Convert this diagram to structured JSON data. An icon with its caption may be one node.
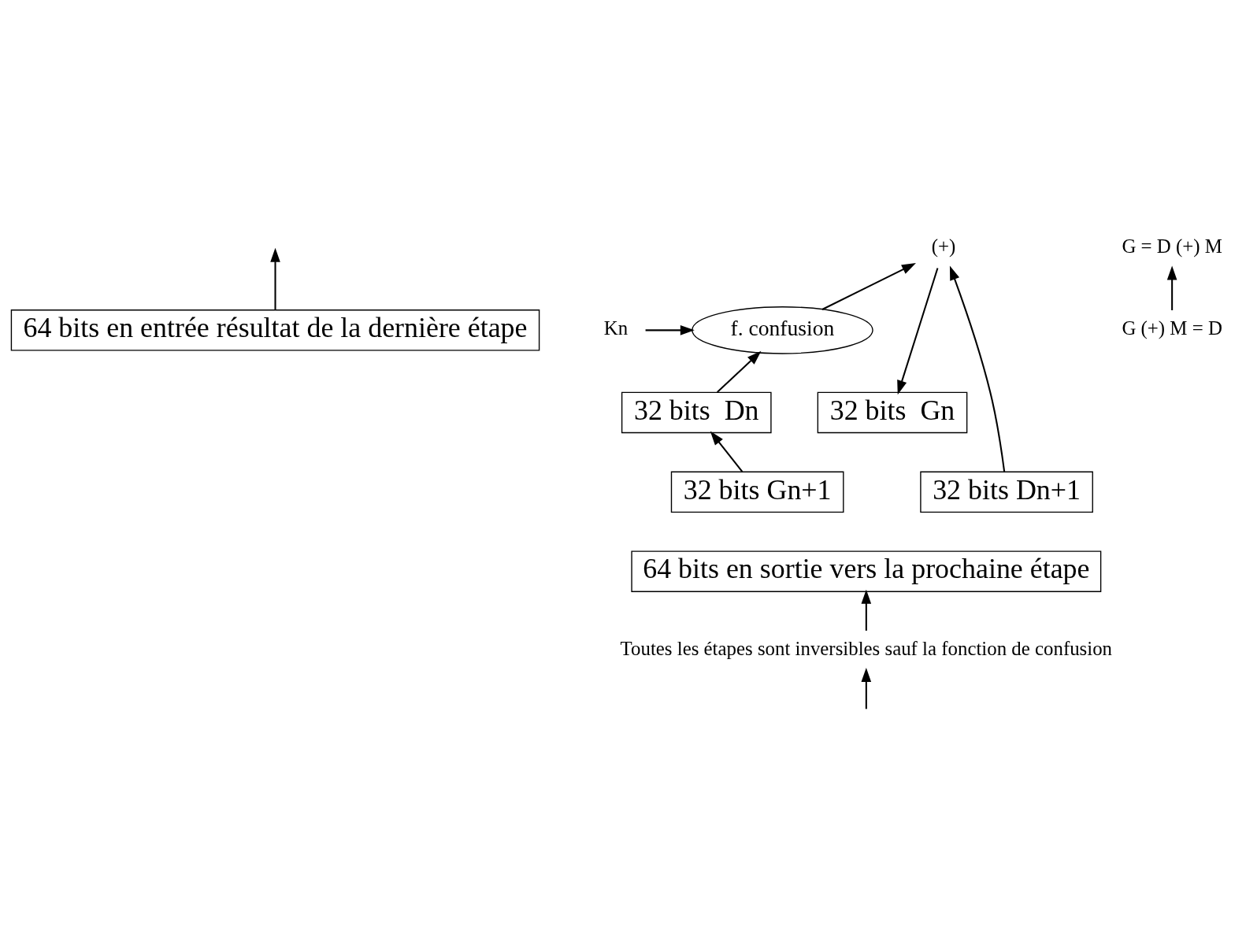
{
  "diagram": {
    "nodes": [
      {
        "text": [
          "64 bits en entrée résultat de la dernière étape"
        ]
      },
      {
        "text": [
          "32 bits  Gn"
        ]
      },
      {
        "text": [
          "32 bits  Dn"
        ]
      },
      {
        "text": [
          "f. confusion"
        ]
      },
      {
        "text": [
          "Kn"
        ]
      },
      {
        "text": [
          "(+)"
        ]
      },
      {
        "text": [
          "32 bits Gn+1"
        ]
      },
      {
        "text": [
          "32 bits Dn+1"
        ]
      },
      {
        "text": [
          "64 bits en sortie vers la prochaine étape"
        ]
      },
      {
        "text": [
          "G (+) M = D"
        ]
      },
      {
        "text": [
          "G = D (+) M"
        ]
      },
      {
        "text": [
          "Toutes les étapes sont inversibles sauf la fonction de confusion"
        ]
      }
    ],
    "edges": [
      {
        "from": 0,
        "to": null,
        "arrow": "to"
      },
      {
        "from": 2,
        "to": 3,
        "arrow": "to"
      },
      {
        "from": 4,
        "to": 3,
        "arrow": "to"
      },
      {
        "from": 3,
        "to": 5,
        "arrow": "to"
      },
      {
        "from": 7,
        "to": 5,
        "arrow": "to"
      },
      {
        "from": 5,
        "to": 1,
        "arrow": "to"
      },
      {
        "from": 6,
        "to": 2,
        "arrow": "to"
      },
      {
        "from": 9,
        "to": 10,
        "arrow": "to"
      },
      {
        "from": 11,
        "to": 8,
        "arrow": "to"
      },
      {
        "from": null,
        "to": 11,
        "arrow": "to"
      }
    ]
  }
}
